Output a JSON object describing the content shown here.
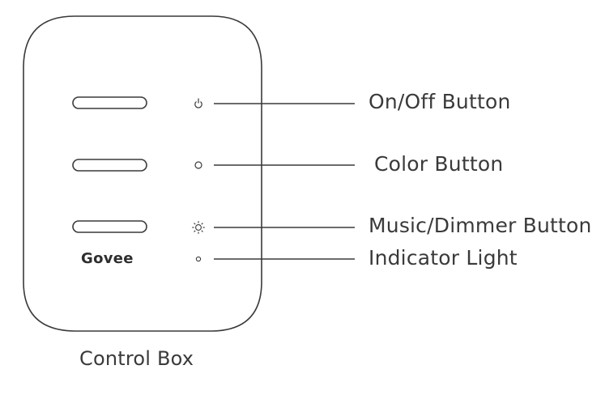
{
  "diagram": {
    "brand": "Govee",
    "caption": "Control Box",
    "labels": {
      "on_off": "On/Off Button",
      "color": "Color Button",
      "music_dimmer": "Music/Dimmer Button",
      "indicator": "Indicator Light"
    },
    "icons": {
      "on_off": "power-icon",
      "color": "circle-icon",
      "music_dimmer": "sun-icon",
      "indicator": "dot-icon"
    },
    "colors": {
      "line": "#3a3a3a",
      "text": "#3a3a3a",
      "background": "#ffffff"
    }
  }
}
